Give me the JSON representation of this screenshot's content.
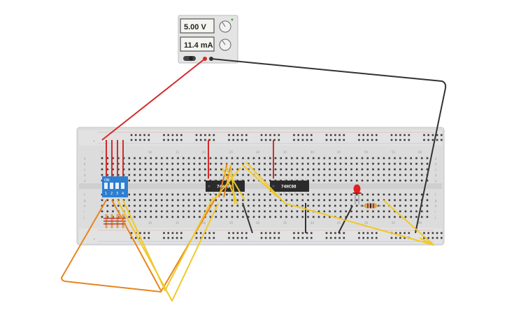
{
  "power_supply": {
    "voltage": "5.00 V",
    "current": "11.4 mA"
  },
  "breadboard": {
    "column_numbers": [
      "1",
      "10",
      "15",
      "20",
      "25",
      "30",
      "35",
      "40",
      "45",
      "50",
      "55",
      "60"
    ],
    "row_letters_top": [
      "a",
      "b",
      "c",
      "d",
      "e"
    ],
    "row_letters_bottom": [
      "f",
      "g",
      "h",
      "i",
      "j"
    ]
  },
  "components": {
    "dip_switch": {
      "label": "ON",
      "positions": [
        "1",
        "2",
        "3",
        "4"
      ],
      "color": "#2d7fd1"
    },
    "chip_1": {
      "label": "74HC08"
    },
    "chip_2": {
      "label": "74HC08"
    },
    "led": {
      "color": "#e02020"
    },
    "resistor": {
      "color": "#d9a25a"
    }
  },
  "wire_colors": {
    "power": "#d42a2a",
    "ground": "#333333",
    "signal_a": "#f0c928",
    "signal_b": "#e8851c"
  }
}
